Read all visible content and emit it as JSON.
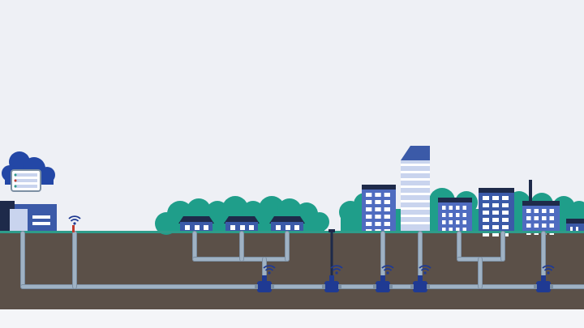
{
  "colors": {
    "sky": "#eef0f5",
    "ground": "#5b5048",
    "ground_edge": "#2e9c8a",
    "footer": "#f4f5f8",
    "pipe": "#9fb2c4",
    "pipe_dark": "#7c8fa3",
    "trees": "#1f9e8a",
    "building_blue": "#3b5aa8",
    "building_mid": "#4f6cc0",
    "building_light": "#c9d4ee",
    "roof_dark": "#1e2a4a",
    "window": "#ffffff",
    "meter_blue": "#1f3a93",
    "cloud": "#2347a6",
    "sensor_red": "#c0392b"
  },
  "icons": {
    "cloud": "cloud-server-icon",
    "wifi": "wifi-signal-icon",
    "meter": "water-meter-icon"
  },
  "scene": {
    "smart_meter_count": 6,
    "house_count": 3,
    "tower_count": 6
  }
}
